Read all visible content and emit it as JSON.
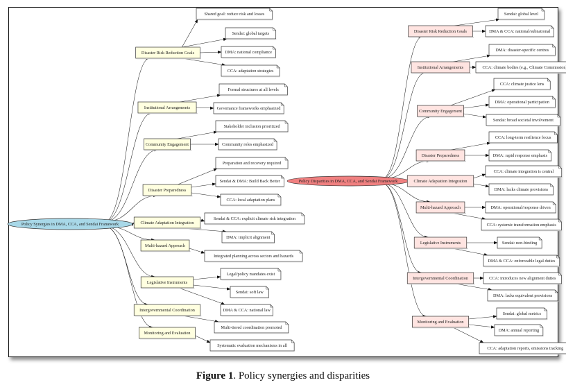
{
  "caption": {
    "label": "Figure 1",
    "text": ". Policy synergies and disparities"
  },
  "colors": {
    "synergy_root_fill": "#a8d8e8",
    "synergy_category_fill": "#ffffe0",
    "disparity_root_fill": "#f08080",
    "disparity_category_fill": "#ffe4e1",
    "leaf_fill": "#ffffff",
    "stroke": "#333333"
  },
  "synergies": {
    "root": "Policy Synergies in DMA, CCA, and Sendai Framework",
    "categories": [
      {
        "label": "Disaster Risk Reduction Goals",
        "items": [
          "Shared goal: reduce risk and losses",
          "Sendai: global targets",
          "DMA: national compliance",
          "CCA: adaptation strategies"
        ]
      },
      {
        "label": "Institutional Arrangements",
        "items": [
          "Formal structures at all levels",
          "Governance frameworks emphasized"
        ]
      },
      {
        "label": "Community Engagement",
        "items": [
          "Stakeholder inclusion prioritized",
          "Community roles emphasized"
        ]
      },
      {
        "label": "Disaster Preparedness",
        "items": [
          "Preparation and recovery required",
          "Sendai & DMA: Build Back Better",
          "CCA: local adaptation plans"
        ]
      },
      {
        "label": "Climate Adaptation Integration",
        "items": [
          "Sendai & CCA: explicit climate risk integration",
          "DMA: implicit alignment"
        ]
      },
      {
        "label": "Multi-hazard Approach",
        "items": [
          "Integrated planning across sectors and hazards"
        ]
      },
      {
        "label": "Legislative Instruments",
        "items": [
          "Legal/policy mandates exist",
          "Sendai: soft law",
          "DMA & CCA: national law"
        ]
      },
      {
        "label": "Intergovernmental Coordination",
        "items": [
          "Multi-tiered coordination promoted"
        ]
      },
      {
        "label": "Monitoring and Evaluation",
        "items": [
          "Systematic evaluation mechanisms in all"
        ]
      }
    ]
  },
  "disparities": {
    "root": "Policy Disparities in DMA, CCA, and Sendai Framework",
    "categories": [
      {
        "label": "Disaster Risk Reduction Goals",
        "items": [
          "Sendai: global level",
          "DMA & CCA: national/subnational"
        ]
      },
      {
        "label": "Institutional Arrangements",
        "items": [
          "DMA: disaster-specific centres",
          "CCA: climate bodies (e.g., Climate Commission)"
        ]
      },
      {
        "label": "Community Engagement",
        "items": [
          "CCA: climate justice lens",
          "DMA: operational participation",
          "Sendai: broad societal involvement"
        ]
      },
      {
        "label": "Disaster Preparedness",
        "items": [
          "CCA: long-term resilience focus",
          "DMA: rapid response emphasis"
        ]
      },
      {
        "label": "Climate Adaptation Integration",
        "items": [
          "CCA: climate integration is central",
          "DMA: lacks climate provisions"
        ]
      },
      {
        "label": "Multi-hazard Approach",
        "items": [
          "DMA: operational/response driven",
          "CCA: systemic transformation emphasis"
        ]
      },
      {
        "label": "Legislative Instruments",
        "items": [
          "Sendai: non-binding",
          "DMA & CCA: enforceable legal duties"
        ]
      },
      {
        "label": "Intergovernmental Coordination",
        "items": [
          "CCA: introduces new alignment duties",
          "DMA: lacks equivalent provisions"
        ]
      },
      {
        "label": "Monitoring and Evaluation",
        "items": [
          "Sendai: global metrics",
          "DMA: annual reporting",
          "CCA: adaptation reports, emissions tracking"
        ]
      }
    ]
  }
}
